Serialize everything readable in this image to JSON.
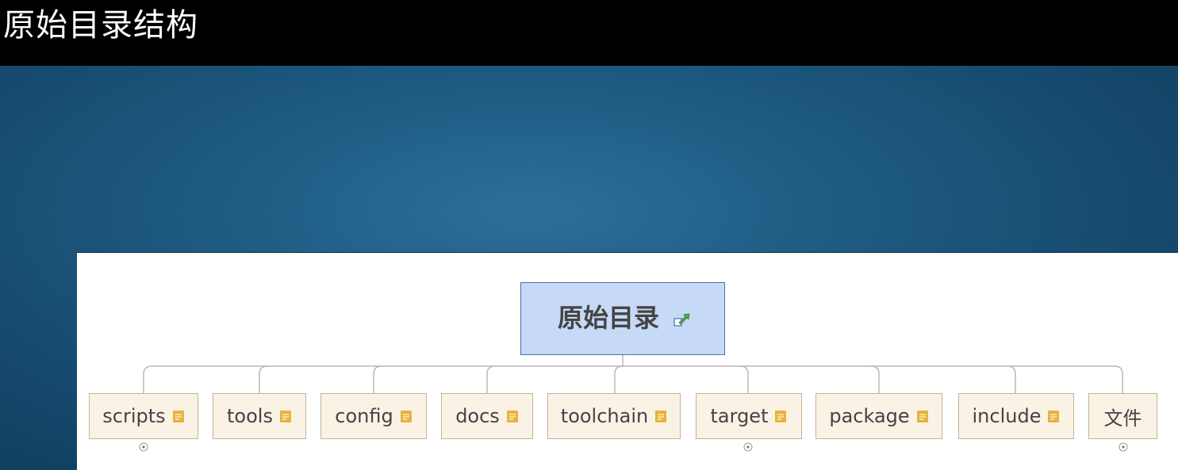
{
  "slide_title": "原始目录结构",
  "diagram": {
    "root": {
      "label": "原始目录",
      "icon": "topic-link-icon"
    },
    "children": [
      {
        "label": "scripts",
        "note_icon": true,
        "collapsed": true
      },
      {
        "label": "tools",
        "note_icon": true,
        "collapsed": false
      },
      {
        "label": "config",
        "note_icon": true,
        "collapsed": false
      },
      {
        "label": "docs",
        "note_icon": true,
        "collapsed": false
      },
      {
        "label": "toolchain",
        "note_icon": true,
        "collapsed": false
      },
      {
        "label": "target",
        "note_icon": true,
        "collapsed": true
      },
      {
        "label": "package",
        "note_icon": true,
        "collapsed": false
      },
      {
        "label": "include",
        "note_icon": true,
        "collapsed": false
      },
      {
        "label": "文件",
        "note_icon": false,
        "collapsed": true
      }
    ]
  },
  "colors": {
    "root_fill": "#c6d9f7",
    "root_border": "#4a6fb5",
    "child_fill": "#fbf2e6",
    "child_border": "#c2b29d",
    "connector": "#b9b9b9",
    "note_icon": "#e7b33a"
  }
}
